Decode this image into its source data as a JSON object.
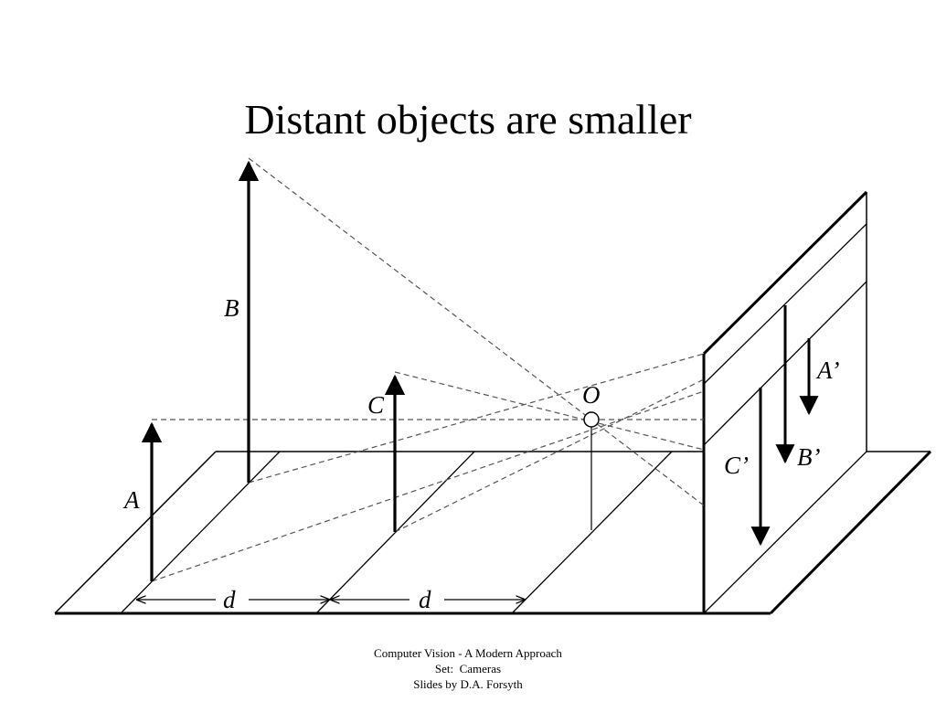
{
  "slide": {
    "title": "Distant objects are smaller"
  },
  "diagram": {
    "labels": {
      "A": "A",
      "B": "B",
      "C": "C",
      "O": "O",
      "A_prime": "A’",
      "B_prime": "B’",
      "C_prime": "C’",
      "d1": "d",
      "d2": "d"
    }
  },
  "footer": {
    "line1": "Computer Vision - A Modern Approach",
    "line2": "Set:  Cameras",
    "line3": "Slides by D.A. Forsyth"
  }
}
